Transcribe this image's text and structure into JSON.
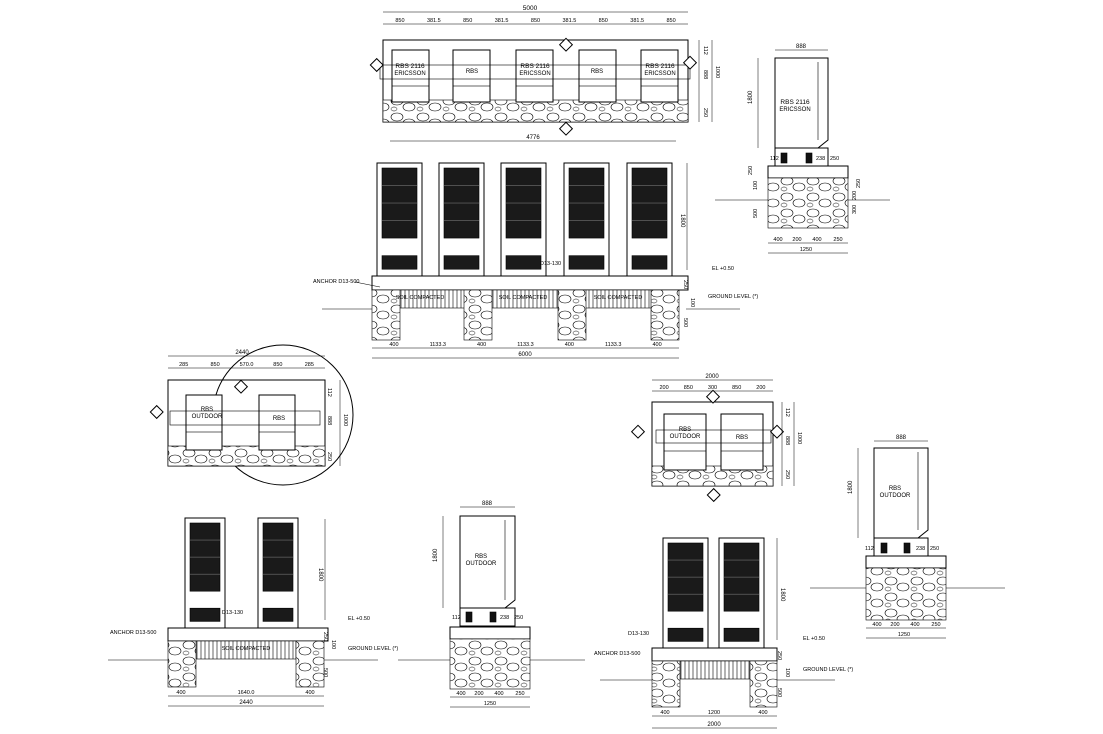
{
  "labels": {
    "rbs_2116": "RBS 2116",
    "ericsson": "ERICSSON",
    "rbs": "RBS",
    "outdoor": "OUTDOOR",
    "rbs_line1": "RBS",
    "anchor_d13_500": "ANCHOR D13-500",
    "d13_130": "D13-130",
    "el_050": "EL +0.50",
    "ground_level": "GROUND LEVEL (*)",
    "soil_compacted": "SOIL COMPACTED"
  },
  "top_plan": {
    "overall": "5000",
    "segments": [
      "850",
      "381.5",
      "850",
      "381.5",
      "850",
      "381.5",
      "850",
      "381.5",
      "850"
    ],
    "bottom_overall": "4776",
    "right_dims": [
      "112",
      "888",
      "1000",
      "250"
    ]
  },
  "top_elevation": {
    "height": "1800",
    "bottom_segments": [
      "400",
      "1133.3",
      "400",
      "1133.3",
      "400",
      "1133.3",
      "400"
    ],
    "overall": "6000",
    "right_dims": [
      "250",
      "100",
      "500"
    ]
  },
  "side_top": {
    "width": "888",
    "height": "1800",
    "left_dims": [
      "100",
      "250",
      "500"
    ],
    "bottom_segments": [
      "400",
      "200",
      "400",
      "250"
    ],
    "bottom_overall": "1250",
    "top_small": [
      "112",
      "238",
      "250"
    ],
    "right_small": [
      "250",
      "200",
      "300"
    ]
  },
  "mid_left_plan": {
    "overall": "2440",
    "segments": [
      "285",
      "850",
      "570.0",
      "850",
      "285"
    ],
    "right_dims": [
      "112",
      "888",
      "1000",
      "250"
    ]
  },
  "mid_right_plan": {
    "overall": "2000",
    "segments": [
      "200",
      "850",
      "300",
      "850",
      "200"
    ],
    "right_dims": [
      "112",
      "888",
      "1000",
      "250"
    ]
  },
  "side_mid": {
    "width": "888",
    "height": "1800",
    "bottom_segments": [
      "400",
      "200",
      "400",
      "250"
    ],
    "bottom_overall": "1250",
    "top_small": [
      "112",
      "238",
      "250"
    ]
  },
  "bottom_left_elev": {
    "height": "1800",
    "bottom_segments": [
      "400",
      "1640.0",
      "400"
    ],
    "overall": "2440",
    "right_dims": [
      "250",
      "100",
      "500"
    ]
  },
  "bottom_mid_side": {
    "width": "888",
    "height": "1800",
    "bottom_segments": [
      "400",
      "200",
      "400",
      "250"
    ],
    "bottom_overall": "1250",
    "top_small": [
      "112",
      "238",
      "250"
    ]
  },
  "bottom_right_elev": {
    "height": "1800",
    "bottom_segments": [
      "400",
      "1200",
      "400"
    ],
    "overall": "2000",
    "right_dims": [
      "250",
      "100",
      "500"
    ]
  }
}
